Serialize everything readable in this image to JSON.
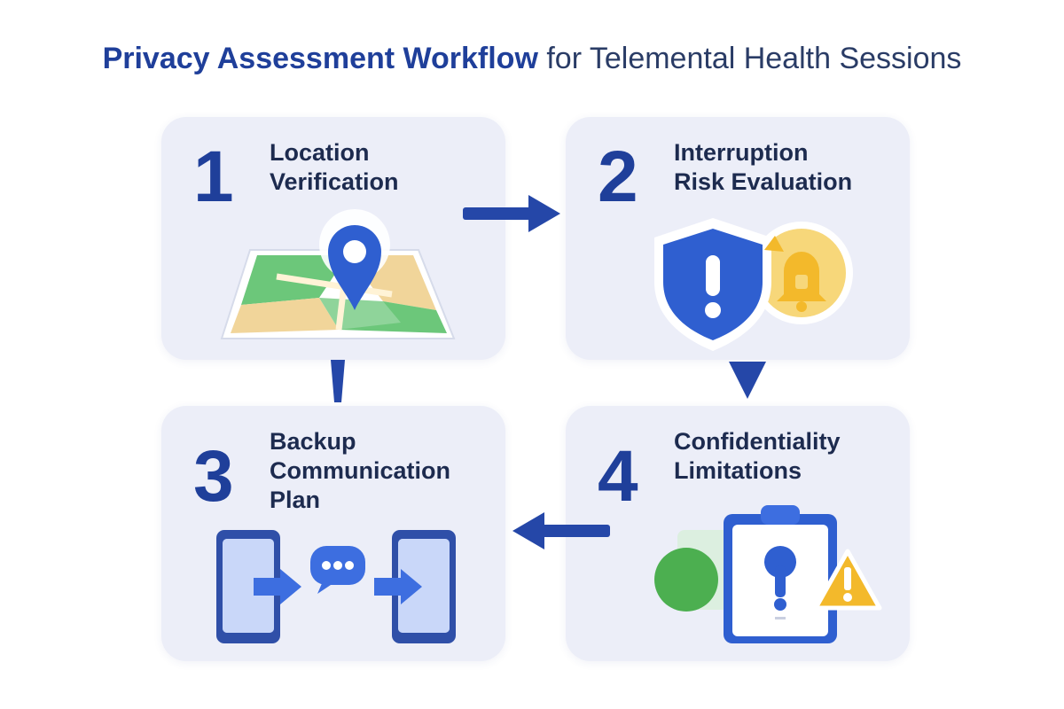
{
  "title": {
    "bold": "Privacy Assessment Workflow",
    "rest": "for Telemental Health Sessions"
  },
  "steps": [
    {
      "number": "1",
      "label_lines": [
        "Location",
        "Verification"
      ],
      "icon": "map-pin-icon"
    },
    {
      "number": "2",
      "label_lines": [
        "Interruption",
        "Risk Evaluation"
      ],
      "icon": "shield-alert-bell-icon"
    },
    {
      "number": "3",
      "label_lines": [
        "Backup",
        "Communication",
        "Plan"
      ],
      "icon": "phones-chat-icon"
    },
    {
      "number": "4",
      "label_lines": [
        "Confidentiality",
        "Limitations"
      ],
      "icon": "clipboard-lock-warning-icon"
    }
  ],
  "colors": {
    "accent": "#1f3f9a",
    "arrow": "#2547a8",
    "card_bg": "#eceef8",
    "map_green": "#6cc77a",
    "map_sand": "#f1d59a",
    "alert_yellow": "#f3b92b",
    "note_green": "#4caf50"
  }
}
